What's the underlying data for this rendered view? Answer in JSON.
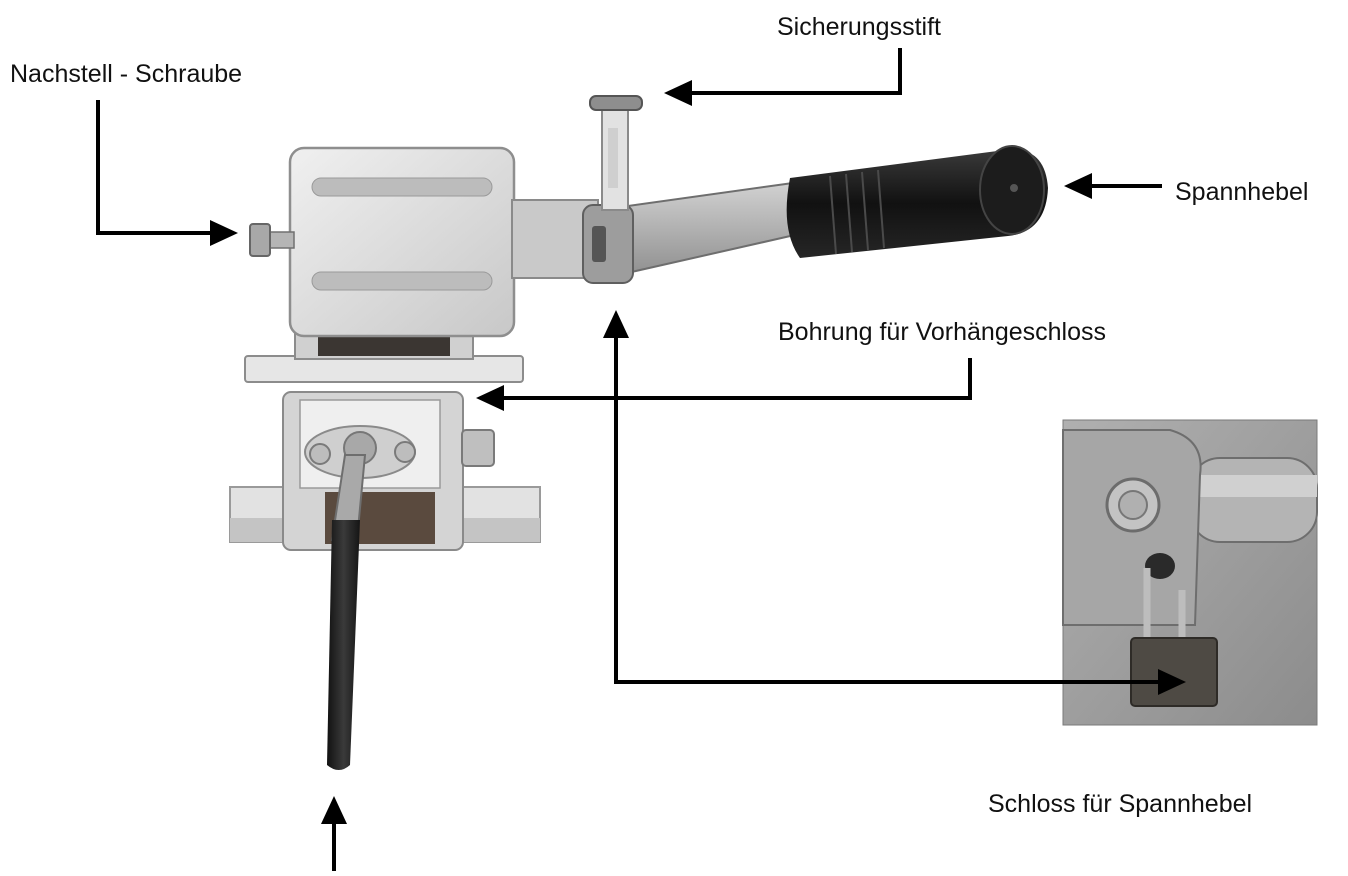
{
  "colors": {
    "background": "#ffffff",
    "arrow": "#000000",
    "metal_light": "#dcdcdc",
    "metal_mid": "#b8b8b8",
    "metal_dark": "#8a8a8a",
    "grip": "#1e1e1e",
    "photo_bg": "#9a9a9a"
  },
  "labels": {
    "adjust_screw": "Nachstell - Schraube",
    "safety_pin": "Sicherungsstift",
    "tension_lever": "Spannhebel",
    "padlock_hole": "Bohrung für Vorhängeschloss",
    "lever_lock": "Schloss für Spannhebel"
  },
  "icons": {
    "arrow_head": "arrow-head-icon"
  }
}
